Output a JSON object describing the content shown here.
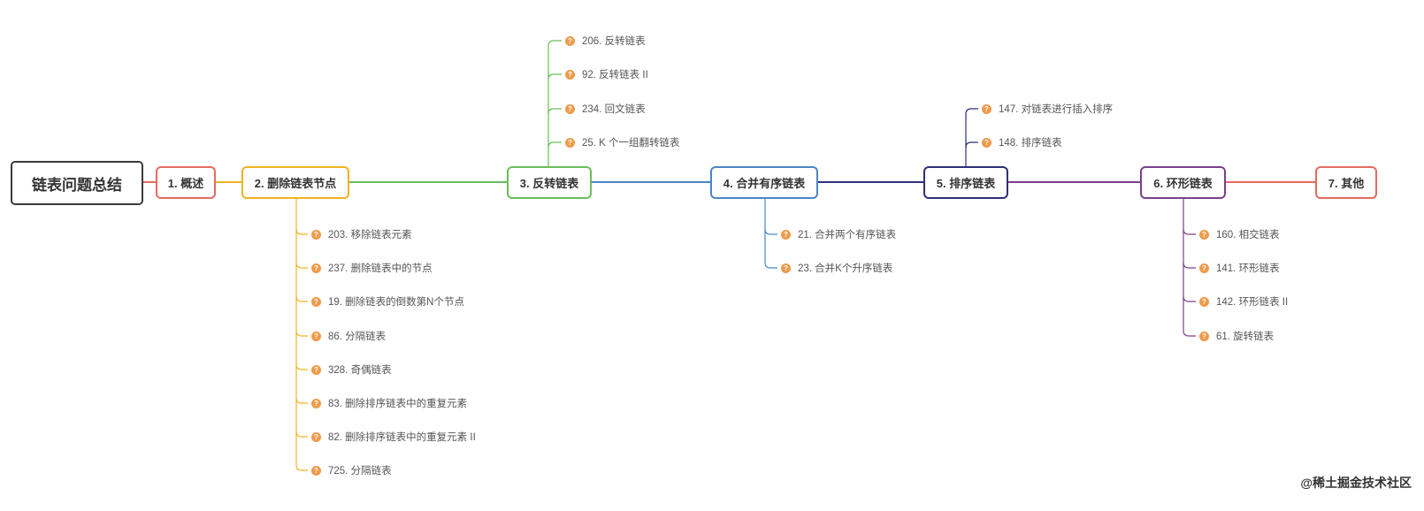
{
  "root": {
    "label": "链表问题总结"
  },
  "branches": [
    {
      "id": "b1",
      "label": "1. 概述",
      "color": "#e56b5f",
      "leaves": []
    },
    {
      "id": "b2",
      "label": "2. 删除链表节点",
      "color": "#f0b323",
      "leaves": [
        "203. 移除链表元素",
        "237. 删除链表中的节点",
        "19. 删除链表的倒数第N个节点",
        "86. 分隔链表",
        "328. 奇偶链表",
        "83. 删除排序链表中的重复元素",
        "82. 删除排序链表中的重复元素 II",
        "725. 分隔链表"
      ]
    },
    {
      "id": "b3",
      "label": "3. 反转链表",
      "color": "#6bbd5b",
      "leaves": [
        "206. 反转链表",
        "92. 反转链表 II",
        "234. 回文链表",
        "25. K 个一组翻转链表"
      ]
    },
    {
      "id": "b4",
      "label": "4. 合并有序链表",
      "color": "#4a86c5",
      "leaves": [
        "21. 合并两个有序链表",
        "23. 合并K个升序链表"
      ]
    },
    {
      "id": "b5",
      "label": "5. 排序链表",
      "color": "#2f2f7a",
      "leaves": [
        "147. 对链表进行插入排序",
        "148. 排序链表"
      ]
    },
    {
      "id": "b6",
      "label": "6. 环形链表",
      "color": "#7b3f8c",
      "leaves": [
        "160. 相交链表",
        "141. 环形链表",
        "142. 环形链表 II",
        "61. 旋转链表"
      ]
    },
    {
      "id": "b7",
      "label": "7. 其他",
      "color": "#e56b5f",
      "leaves": []
    }
  ],
  "leaf_icon": {
    "name": "question-icon",
    "glyph": "?",
    "color": "#ef9a4b"
  },
  "watermark": "@稀土掘金技术社区"
}
